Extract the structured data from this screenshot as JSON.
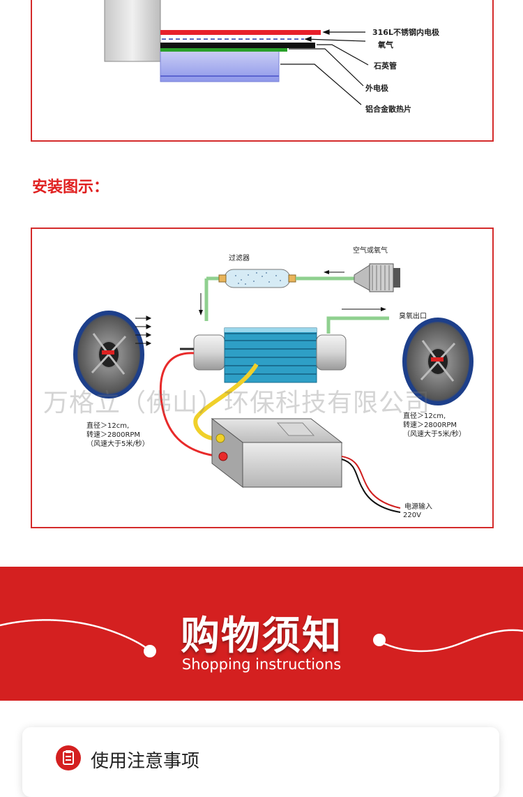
{
  "structure_diagram": {
    "labels": {
      "electrode_inner": "316L不锈钢内电极",
      "oxygen": "氧气",
      "quartz_tube": "石英管",
      "electrode_outer": "外电极",
      "heat_sink": "铝合金散热片"
    }
  },
  "install_section": {
    "title": "安装图示："
  },
  "install_diagram": {
    "filter_label": "过滤器",
    "air_input_label": "空气或氧气",
    "ozone_outlet_label": "臭氧出口",
    "power_input_label": "电源输入",
    "power_voltage": "220V",
    "fan_left": {
      "line1": "直径＞12cm,",
      "line2": "转速＞2800RPM",
      "line3": "（风速大于5米/秒）"
    },
    "fan_right": {
      "line1": "直径＞12cm,",
      "line2": "转速＞2800RPM",
      "line3": "（风速大于5米/秒）"
    },
    "watermark": "万格立（佛山）环保科技有限公司"
  },
  "banner": {
    "title": "购物须知",
    "subtitle": "Shopping instructions"
  },
  "notice_card": {
    "title": "使用注意事项",
    "icon": "document-icon"
  },
  "colors": {
    "accent_red": "#d42020",
    "panel_border": "#d42b2b",
    "tube_blue": "#2e9fc6"
  }
}
